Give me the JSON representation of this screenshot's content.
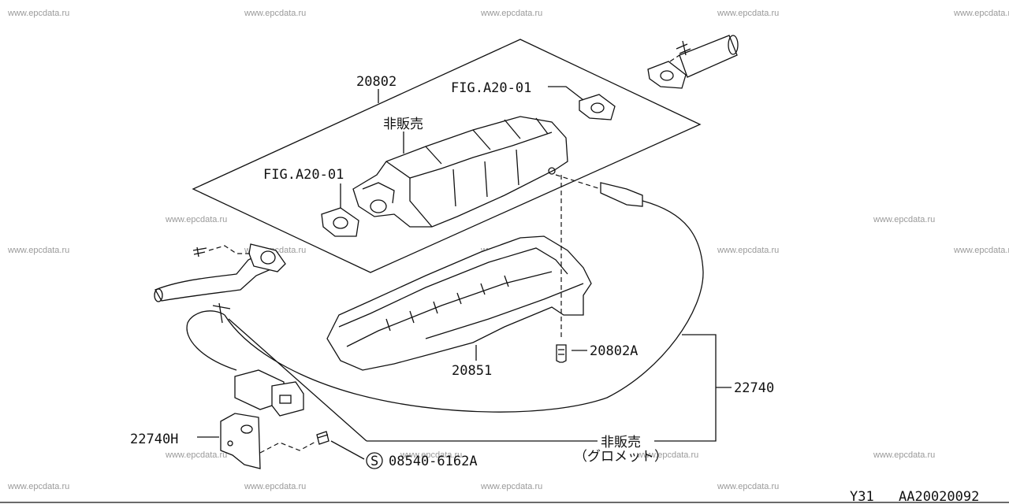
{
  "watermark": "www.epcdata.ru",
  "labels": {
    "kit_part": "20802",
    "fig_ref_upper": "FIG.A20-01",
    "fig_ref_lower": "FIG.A20-01",
    "not_sold_converter": "非販売",
    "heat_shield": "20851",
    "bolt": "20802A",
    "sensor": "22740",
    "bracket": "22740H",
    "screw": "08540-6162A",
    "screw_symbol": "S",
    "not_sold_grommet": "非販売",
    "grommet": "（グロメット）"
  },
  "footer": {
    "model": "Y31",
    "code": "AA20020092"
  }
}
